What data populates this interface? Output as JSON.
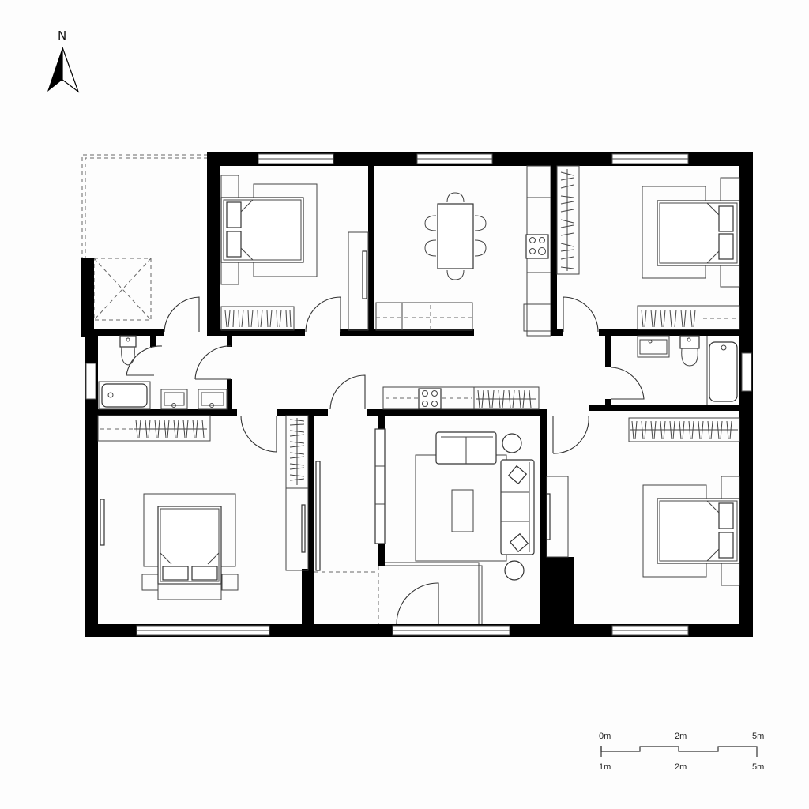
{
  "compass": {
    "label": "N"
  },
  "scale_bar": {
    "top_labels": [
      "0m",
      "2m",
      "5m"
    ],
    "bottom_labels": [
      "1m",
      "2m",
      "5m"
    ]
  },
  "rooms": [
    {
      "id": "bedroom-1",
      "type": "bedroom",
      "position": "top-left"
    },
    {
      "id": "dining-kitchen",
      "type": "dining",
      "position": "top-center"
    },
    {
      "id": "bedroom-2",
      "type": "bedroom",
      "position": "top-right"
    },
    {
      "id": "bathroom-1",
      "type": "bathroom",
      "position": "middle-left"
    },
    {
      "id": "bathroom-2",
      "type": "bathroom",
      "position": "middle-right"
    },
    {
      "id": "hallway",
      "type": "corridor",
      "position": "center"
    },
    {
      "id": "bedroom-3",
      "type": "bedroom",
      "position": "bottom-left"
    },
    {
      "id": "entry",
      "type": "entry",
      "position": "bottom-center-left"
    },
    {
      "id": "living-room",
      "type": "living",
      "position": "bottom-center"
    },
    {
      "id": "bedroom-4",
      "type": "bedroom",
      "position": "bottom-right"
    },
    {
      "id": "balcony",
      "type": "terrace",
      "position": "top-left-outside"
    }
  ],
  "colors": {
    "wall": "#000000",
    "line": "#444444",
    "background": "#fdfdfd"
  }
}
